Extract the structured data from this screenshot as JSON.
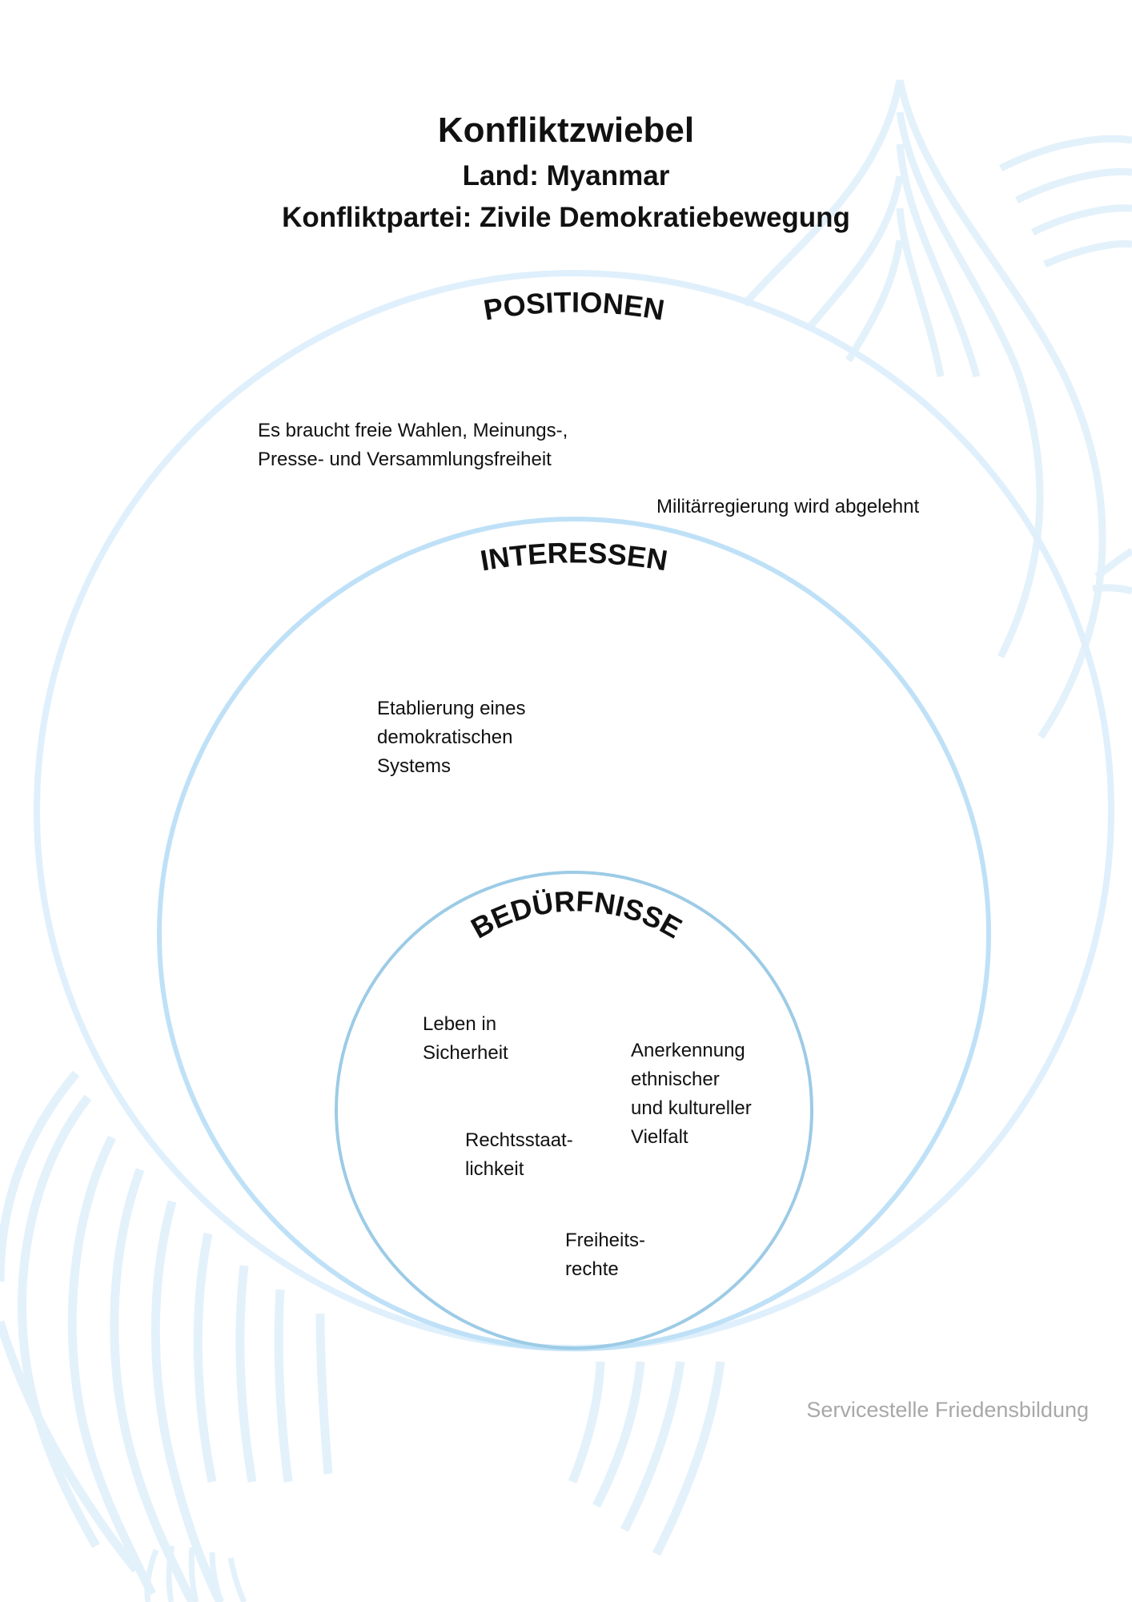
{
  "title": "Konfliktzwiebel",
  "subtitle_country": "Land: Myanmar",
  "subtitle_party": "Konfliktpartei: Zivile Demokratiebewegung",
  "layers": {
    "outer": {
      "label": "POSITIONEN",
      "items": [
        "Es braucht freie Wahlen, Meinungs-,\nPresse- und Versammlungsfreiheit",
        "Militärregierung wird abgelehnt"
      ]
    },
    "middle": {
      "label": "INTERESSEN",
      "items": [
        "Etablierung eines\ndemokratischen\nSystems"
      ]
    },
    "inner": {
      "label": "BEDÜRFNISSE",
      "items": [
        "Leben in\nSicherheit",
        "Anerkennung\nethnischer\nund kultureller\nVielfalt",
        "Rechtsstaat-\nlichkeit",
        "Freiheits-\nrechte"
      ]
    }
  },
  "footer": "Servicestelle Friedensbildung",
  "colors": {
    "outer_ring": "#dff0fc",
    "middle_ring": "#bfe1f7",
    "inner_ring": "#9ccbe6",
    "decoration": "#e3f1fb",
    "footer_text": "#a8a8a8"
  }
}
